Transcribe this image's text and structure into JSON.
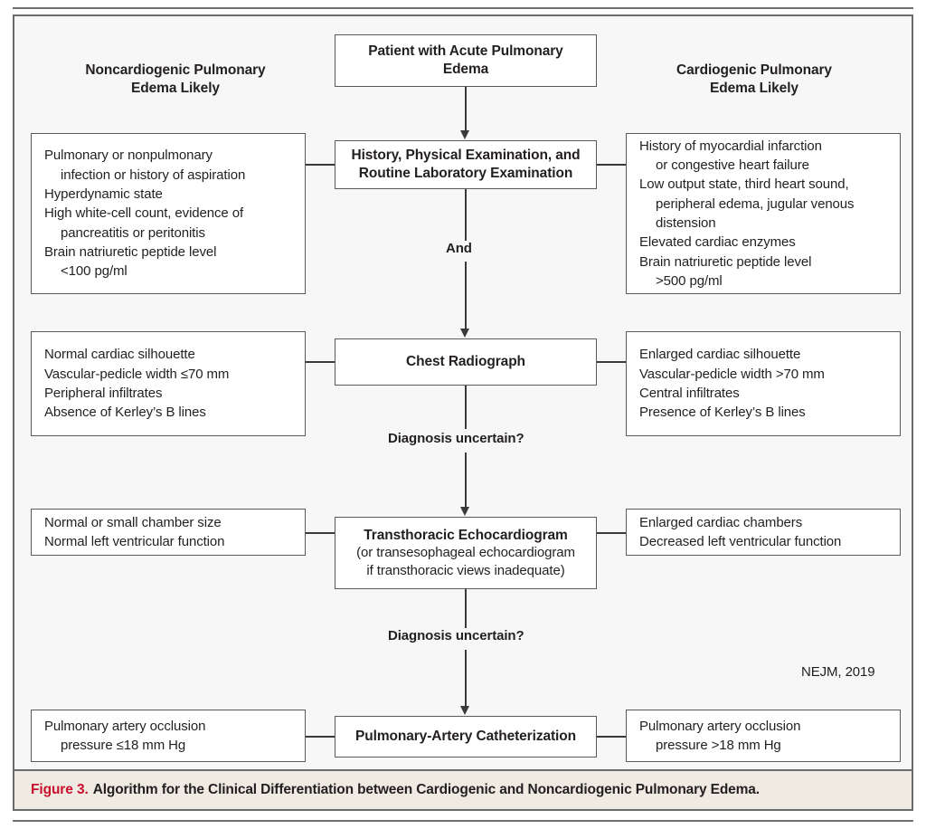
{
  "figure": {
    "number_label": "Figure 3.",
    "caption": "Algorithm for the Clinical Differentiation between Cardiogenic and Noncardiogenic Pulmonary Edema.",
    "attribution": "NEJM, 2019",
    "accent_color": "#c8102e",
    "caption_background": "#efebe2",
    "canvas_background": "#f7f7f7",
    "line_color": "#3a3a3a",
    "box_border_color": "#5a5a5a"
  },
  "columns": {
    "left_heading_line1": "Noncardiogenic Pulmonary",
    "left_heading_line2": "Edema Likely",
    "right_heading_line1": "Cardiogenic Pulmonary",
    "right_heading_line2": "Edema Likely"
  },
  "start": {
    "title_line1": "Patient with Acute Pulmonary",
    "title_line2": "Edema"
  },
  "steps": [
    {
      "id": "history",
      "title_line1": "History, Physical Examination, and",
      "title_line2": "Routine Laboratory Examination",
      "left_lines": [
        "Pulmonary or nonpulmonary",
        "infection or history of aspiration",
        "Hyperdynamic state",
        "High white-cell count, evidence of",
        "pancreatitis or peritonitis",
        "Brain natriuretic peptide level",
        "<100 pg/ml"
      ],
      "right_lines": [
        "History of myocardial infarction",
        "or congestive heart failure",
        "Low output state, third heart sound,",
        "peripheral edema, jugular venous",
        "distension",
        "Elevated cardiac enzymes",
        "Brain natriuretic peptide level",
        ">500 pg/ml"
      ],
      "connector_label": "And"
    },
    {
      "id": "chest-radiograph",
      "title_line1": "Chest Radiograph",
      "left_lines": [
        "Normal cardiac silhouette",
        "Vascular-pedicle width ≤70 mm",
        "Peripheral infiltrates",
        "Absence of Kerley’s B lines"
      ],
      "right_lines": [
        "Enlarged cardiac silhouette",
        "Vascular-pedicle width >70 mm",
        "Central infiltrates",
        "Presence of Kerley’s B lines"
      ],
      "connector_label": "Diagnosis uncertain?"
    },
    {
      "id": "echocardiogram",
      "title_line1": "Transthoracic Echocardiogram",
      "sub_line1": "(or transesophageal echocardiogram",
      "sub_line2": "if transthoracic views inadequate)",
      "left_lines": [
        "Normal or small chamber size",
        "Normal left ventricular function"
      ],
      "right_lines": [
        "Enlarged cardiac chambers",
        "Decreased left ventricular function"
      ],
      "connector_label": "Diagnosis uncertain?"
    },
    {
      "id": "catheterization",
      "title_line1": "Pulmonary-Artery Catheterization",
      "left_lines": [
        "Pulmonary artery occlusion",
        "pressure ≤18 mm Hg"
      ],
      "right_lines": [
        "Pulmonary artery occlusion",
        "pressure >18 mm Hg"
      ]
    }
  ]
}
